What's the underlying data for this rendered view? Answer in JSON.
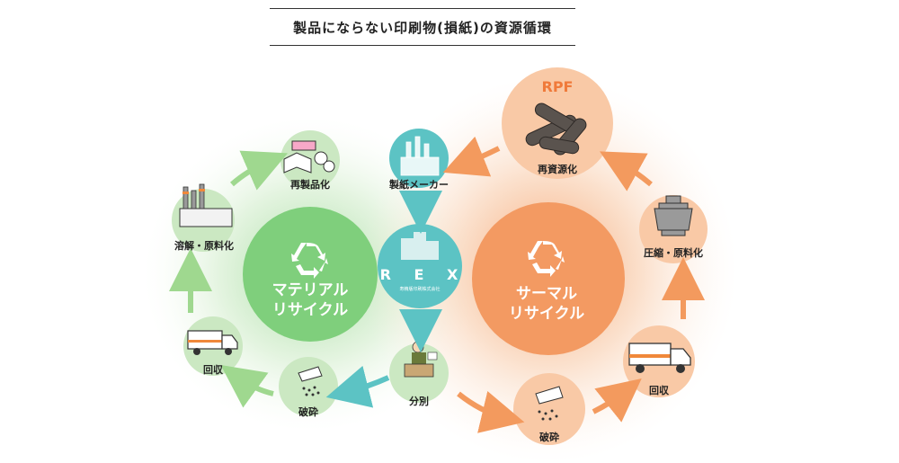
{
  "title": "製品にならない印刷物(損紙)の資源循環",
  "material": {
    "label_line1": "マテリアル",
    "label_line2": "リサイクル",
    "nodes": {
      "reproduct": "再製品化",
      "dissolve": "溶解・原料化",
      "collect": "回収",
      "crush": "破砕"
    },
    "color": "#7fc97a"
  },
  "thermal": {
    "label_line1": "サーマル",
    "label_line2": "リサイクル",
    "nodes": {
      "rpf_title": "RPF",
      "recycle": "再資源化",
      "compress": "圧縮・原料化",
      "collect": "回収",
      "crush": "破砕"
    },
    "color": "#f39a5e"
  },
  "center": {
    "maker": "製紙メーカー",
    "rex_logo": "R E X",
    "rex_sub": "寿精版印刷株式会社",
    "sort": "分別"
  }
}
